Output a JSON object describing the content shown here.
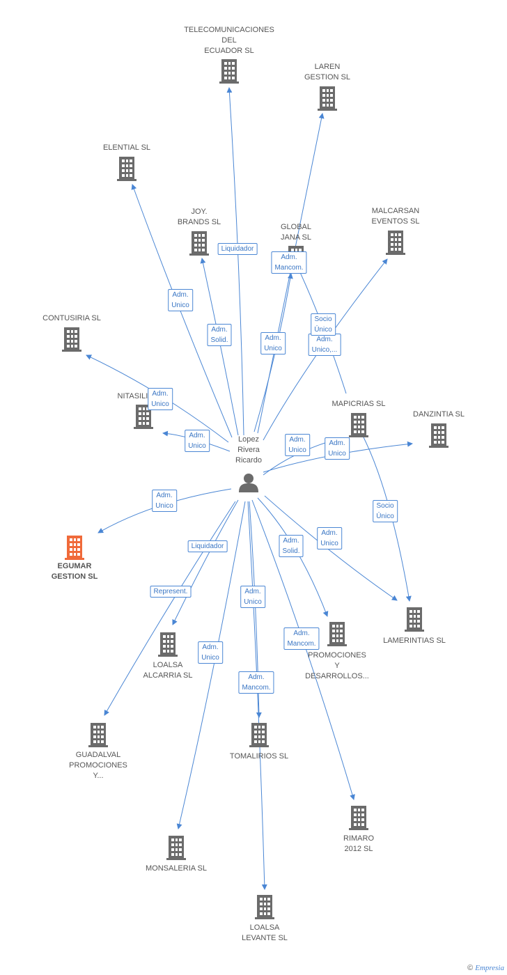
{
  "center": {
    "label": [
      "Lopez",
      "Rivera",
      "Ricardo"
    ],
    "icon": "person-icon"
  },
  "colors": {
    "edge": "#4a86d4",
    "company": "#6b6b6b",
    "highlight": "#f06a3a",
    "box_text": "#3a76c4"
  },
  "nodes": [
    {
      "id": "telecom",
      "label": [
        "TELECOMUNICACIONES",
        "DEL",
        "ECUADOR SL"
      ],
      "highlight": false
    },
    {
      "id": "laren",
      "label": [
        "LAREN",
        "GESTION SL"
      ],
      "highlight": false
    },
    {
      "id": "elential",
      "label": [
        "ELENTIAL SL"
      ],
      "highlight": false
    },
    {
      "id": "joy",
      "label": [
        "JOY.",
        "BRANDS SL"
      ],
      "highlight": false
    },
    {
      "id": "global",
      "label": [
        "GLOBAL",
        "JANA SL"
      ],
      "highlight": false
    },
    {
      "id": "malcarsan",
      "label": [
        "MALCARSAN",
        "EVENTOS SL"
      ],
      "highlight": false
    },
    {
      "id": "contusiria",
      "label": [
        "CONTUSIRIA SL"
      ],
      "highlight": false
    },
    {
      "id": "nitasilias",
      "label": [
        "NITASILIAS SL"
      ],
      "highlight": false
    },
    {
      "id": "mapicrias",
      "label": [
        "MAPICRIAS SL"
      ],
      "highlight": false
    },
    {
      "id": "danzintia",
      "label": [
        "DANZINTIA SL"
      ],
      "highlight": false
    },
    {
      "id": "egumar",
      "label": [
        "EGUMAR",
        "GESTION SL"
      ],
      "highlight": true
    },
    {
      "id": "lamerintias",
      "label": [
        "LAMERINTIAS SL"
      ],
      "highlight": false
    },
    {
      "id": "promociones",
      "label": [
        "PROMOCIONES",
        "Y",
        "DESARROLLOS..."
      ],
      "highlight": false
    },
    {
      "id": "loalsa_alc",
      "label": [
        "LOALSA",
        "ALCARRIA SL"
      ],
      "highlight": false
    },
    {
      "id": "guadalval",
      "label": [
        "GUADALVAL",
        "PROMOCIONES",
        "Y..."
      ],
      "highlight": false
    },
    {
      "id": "tomalirios",
      "label": [
        "TOMALIRIOS SL"
      ],
      "highlight": false
    },
    {
      "id": "rimaro",
      "label": [
        "RIMARO",
        "2012 SL"
      ],
      "highlight": false
    },
    {
      "id": "monsaleria",
      "label": [
        "MONSALERIA SL"
      ],
      "highlight": false
    },
    {
      "id": "loalsa_lev",
      "label": [
        "LOALSA",
        "LEVANTE SL"
      ],
      "highlight": false
    }
  ],
  "edges": [
    {
      "to": "telecom",
      "label": [
        "Liquidador"
      ]
    },
    {
      "to": "laren",
      "label": [
        "Adm.",
        "Unico"
      ]
    },
    {
      "to": "elential",
      "label": [
        "Adm.",
        "Unico"
      ]
    },
    {
      "to": "joy",
      "label": [
        "Adm.",
        "Solid."
      ]
    },
    {
      "to": "global",
      "label": [
        "Adm.",
        "Mancom."
      ]
    },
    {
      "to": "malcarsan",
      "label": [
        "Adm.",
        "Unico,..."
      ]
    },
    {
      "to": "mapicrias",
      "label": [
        "Socio",
        "Único"
      ]
    },
    {
      "to": "contusiria",
      "label": [
        "Adm.",
        "Unico"
      ]
    },
    {
      "to": "nitasilias",
      "label": [
        "Adm.",
        "Unico"
      ]
    },
    {
      "to": "mapicrias",
      "label": [
        "Adm.",
        "Unico"
      ]
    },
    {
      "to": "danzintia",
      "label": [
        "Adm.",
        "Unico"
      ]
    },
    {
      "to": "egumar",
      "label": [
        "Adm.",
        "Unico"
      ]
    },
    {
      "to": "lamerintias",
      "label": [
        "Socio",
        "Único"
      ]
    },
    {
      "to": "lamerintias",
      "label": [
        "Adm.",
        "Unico"
      ]
    },
    {
      "to": "promociones",
      "label": [
        "Adm.",
        "Solid."
      ]
    },
    {
      "to": "loalsa_alc",
      "label": [
        "Liquidador"
      ]
    },
    {
      "to": "guadalval",
      "label": [
        "Represent."
      ]
    },
    {
      "to": "tomalirios",
      "label": [
        "Adm.",
        "Unico"
      ]
    },
    {
      "to": "rimaro",
      "label": [
        "Adm.",
        "Mancom."
      ]
    },
    {
      "to": "monsaleria",
      "label": [
        "Adm.",
        "Unico"
      ]
    },
    {
      "to": "loalsa_lev",
      "label": [
        "Adm.",
        "Mancom."
      ]
    }
  ],
  "footer": {
    "copyright": "©",
    "brand": "Empresia"
  }
}
